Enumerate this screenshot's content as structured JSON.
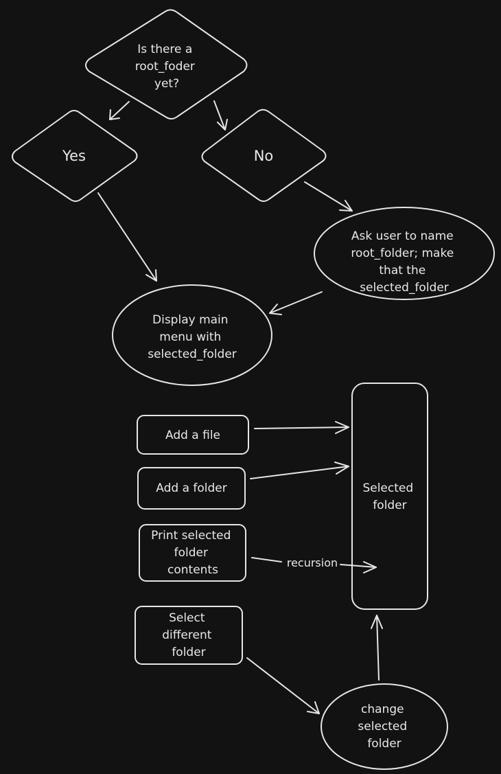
{
  "colors": {
    "background": "#121212",
    "stroke": "#e6e6e6",
    "text": "#e8e8e8"
  },
  "nodes": {
    "root_check": [
      "Is there a",
      "root_foder",
      "yet?"
    ],
    "yes": "Yes",
    "no": "No",
    "ask_user": [
      "Ask user to name",
      "root_folder; make",
      "that the",
      "selected_folder"
    ],
    "display_menu": [
      "Display main",
      "menu with",
      "selected_folder"
    ],
    "add_file": "Add a file",
    "add_folder": "Add a folder",
    "print_contents": [
      "Print selected",
      "folder",
      "contents"
    ],
    "select_different": [
      "Select",
      "different",
      "folder"
    ],
    "selected_folder": [
      "Selected",
      "folder"
    ],
    "change_selected": [
      "change",
      "selected",
      "folder"
    ]
  },
  "edge_labels": {
    "recursion": "recursion"
  }
}
